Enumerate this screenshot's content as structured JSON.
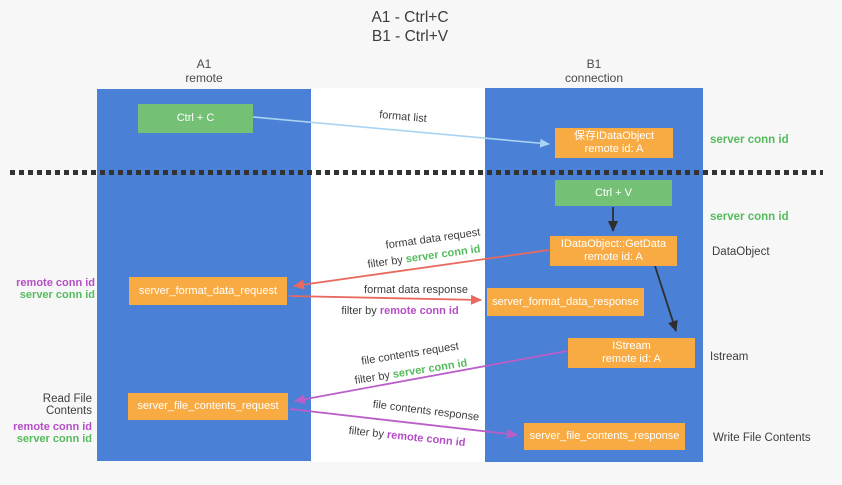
{
  "colors": {
    "bg": "#f7f7f7",
    "column-blue": "#4a80d6",
    "box-orange": "#f9ab43",
    "box-green": "#74c175",
    "text-dark": "#3d3d3d",
    "green-id": "#55bb5c",
    "purple-id": "#b44ec6",
    "arrow-red": "#e8695e",
    "arrow-purple": "#ba5ec9",
    "arrow-blue": "#a9d3f2",
    "arrow-black": "#2e2e2e"
  },
  "title": {
    "line1": "A1 - Ctrl+C",
    "line2": "B1 - Ctrl+V"
  },
  "lanes": {
    "left": {
      "name": "A1",
      "role": "remote"
    },
    "right": {
      "name": "B1",
      "role": "connection"
    }
  },
  "nodes": {
    "ctrl_c": {
      "label": "Ctrl + C"
    },
    "ctrl_v": {
      "label": "Ctrl + V"
    },
    "save_dataobject": {
      "line1": "保存IDataObject",
      "line2": "remote id: A"
    },
    "getdata": {
      "line1": "IDataObject::GetData",
      "line2": "remote id: A"
    },
    "istream": {
      "line1": "IStream",
      "line2": "remote id: A"
    },
    "server_format_data_request": {
      "label": "server_format_data_request"
    },
    "server_format_data_response": {
      "label": "server_format_data_response"
    },
    "server_file_contents_request": {
      "label": "server_file_contents_request"
    },
    "server_file_contents_response": {
      "label": "server_file_contents_response"
    }
  },
  "flow_labels": {
    "format_list": "format list",
    "format_data_request": "format data request",
    "format_data_response": "format data response",
    "file_contents_request": "file contents request",
    "file_contents_response": "file contents response",
    "filter_by": "filter by",
    "server_conn_id": "server conn id",
    "remote_conn_id": "remote conn id"
  },
  "side_labels": {
    "server_conn_id_top": "server conn id",
    "server_conn_id_mid": "server conn id",
    "dataobject": "DataObject",
    "istream": "Istream",
    "write_file_contents": "Write File Contents",
    "read_file_contents": "Read File Contents",
    "remote_conn_id": "remote conn id",
    "server_conn_id": "server conn id"
  }
}
